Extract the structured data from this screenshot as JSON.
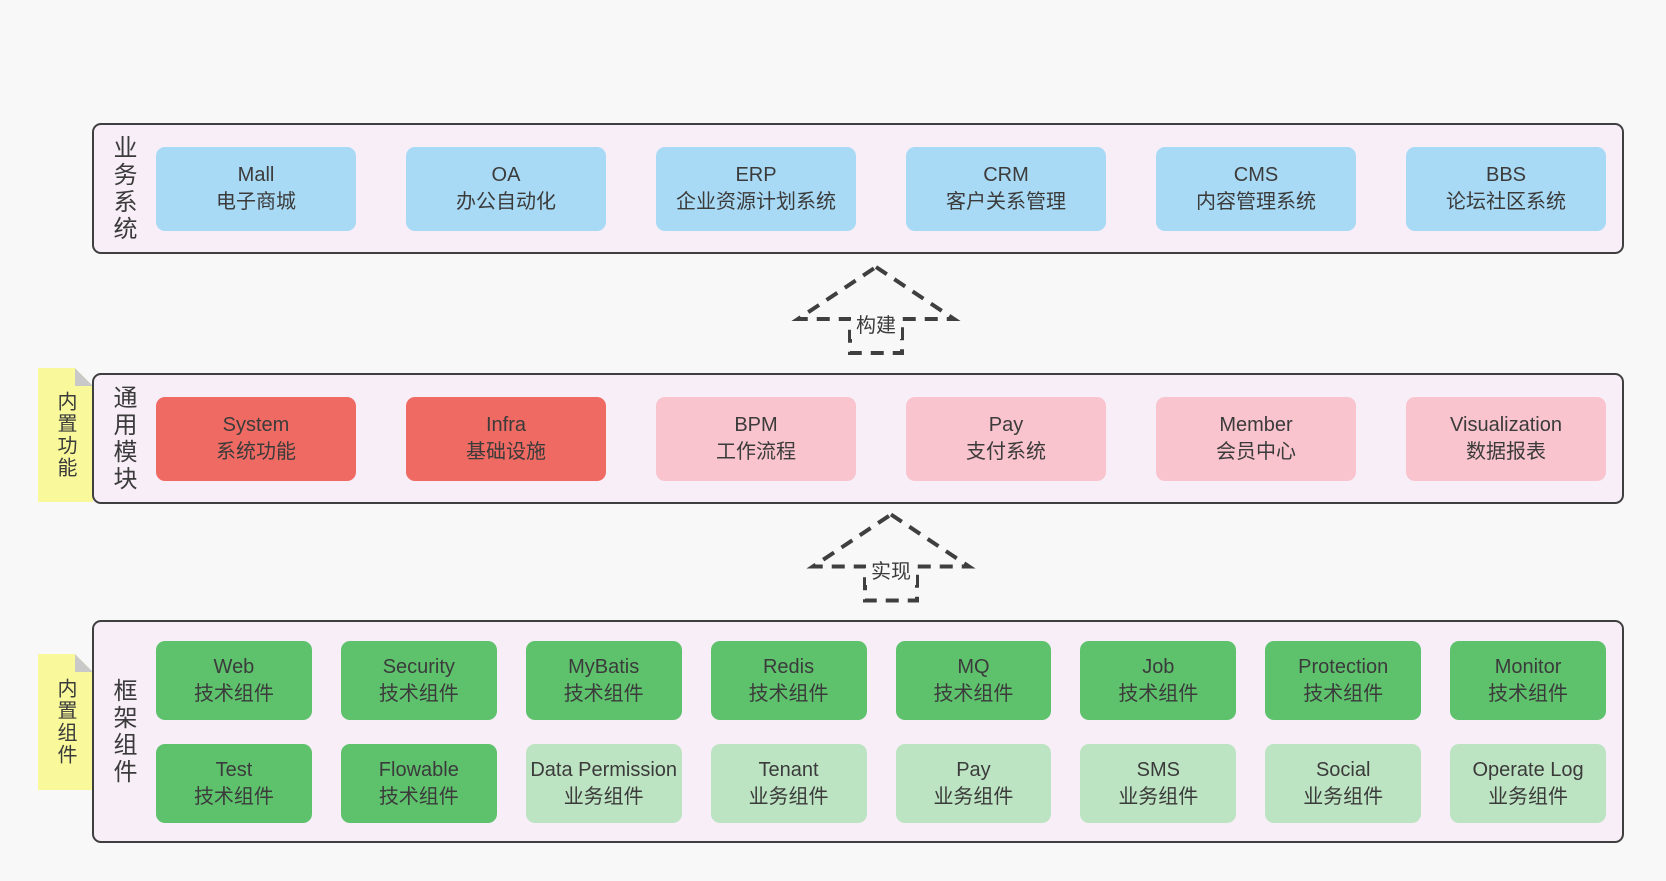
{
  "colors": {
    "page-bg": "#f8f8f8",
    "layer-bg": "#f8eef7",
    "layer-border": "#3f3f3f",
    "box-blue": "#a9daf5",
    "box-red": "#ef6a62",
    "box-pink": "#f9c4cd",
    "box-green": "#5ec26d",
    "box-green-light": "#bde4c2",
    "note-yellow": "#f9f99c",
    "note-fold": "#c9c9c9",
    "text": "#3b3b3b"
  },
  "arrows": [
    {
      "label": "构建"
    },
    {
      "label": "实现"
    }
  ],
  "layers": [
    {
      "label": "业务系统",
      "boxes": [
        {
          "name": "Mall",
          "desc": "电子商城",
          "variant": "blue"
        },
        {
          "name": "OA",
          "desc": "办公自动化",
          "variant": "blue"
        },
        {
          "name": "ERP",
          "desc": "企业资源计划系统",
          "variant": "blue"
        },
        {
          "name": "CRM",
          "desc": "客户关系管理",
          "variant": "blue"
        },
        {
          "name": "CMS",
          "desc": "内容管理系统",
          "variant": "blue"
        },
        {
          "name": "BBS",
          "desc": "论坛社区系统",
          "variant": "blue"
        }
      ]
    },
    {
      "label": "通用模块",
      "note": "内置功能",
      "boxes": [
        {
          "name": "System",
          "desc": "系统功能",
          "variant": "red"
        },
        {
          "name": "Infra",
          "desc": "基础设施",
          "variant": "red"
        },
        {
          "name": "BPM",
          "desc": "工作流程",
          "variant": "pink"
        },
        {
          "name": "Pay",
          "desc": "支付系统",
          "variant": "pink"
        },
        {
          "name": "Member",
          "desc": "会员中心",
          "variant": "pink"
        },
        {
          "name": "Visualization",
          "desc": "数据报表",
          "variant": "pink"
        }
      ]
    },
    {
      "label": "框架组件",
      "note": "内置组件",
      "rows": [
        [
          {
            "name": "Web",
            "desc": "技术组件",
            "variant": "green"
          },
          {
            "name": "Security",
            "desc": "技术组件",
            "variant": "green"
          },
          {
            "name": "MyBatis",
            "desc": "技术组件",
            "variant": "green"
          },
          {
            "name": "Redis",
            "desc": "技术组件",
            "variant": "green"
          },
          {
            "name": "MQ",
            "desc": "技术组件",
            "variant": "green"
          },
          {
            "name": "Job",
            "desc": "技术组件",
            "variant": "green"
          },
          {
            "name": "Protection",
            "desc": "技术组件",
            "variant": "green"
          },
          {
            "name": "Monitor",
            "desc": "技术组件",
            "variant": "green"
          }
        ],
        [
          {
            "name": "Test",
            "desc": "技术组件",
            "variant": "green"
          },
          {
            "name": "Flowable",
            "desc": "技术组件",
            "variant": "green"
          },
          {
            "name": "Data Permission",
            "desc": "业务组件",
            "variant": "green-light"
          },
          {
            "name": "Tenant",
            "desc": "业务组件",
            "variant": "green-light"
          },
          {
            "name": "Pay",
            "desc": "业务组件",
            "variant": "green-light"
          },
          {
            "name": "SMS",
            "desc": "业务组件",
            "variant": "green-light"
          },
          {
            "name": "Social",
            "desc": "业务组件",
            "variant": "green-light"
          },
          {
            "name": "Operate Log",
            "desc": "业务组件",
            "variant": "green-light"
          }
        ]
      ]
    }
  ]
}
